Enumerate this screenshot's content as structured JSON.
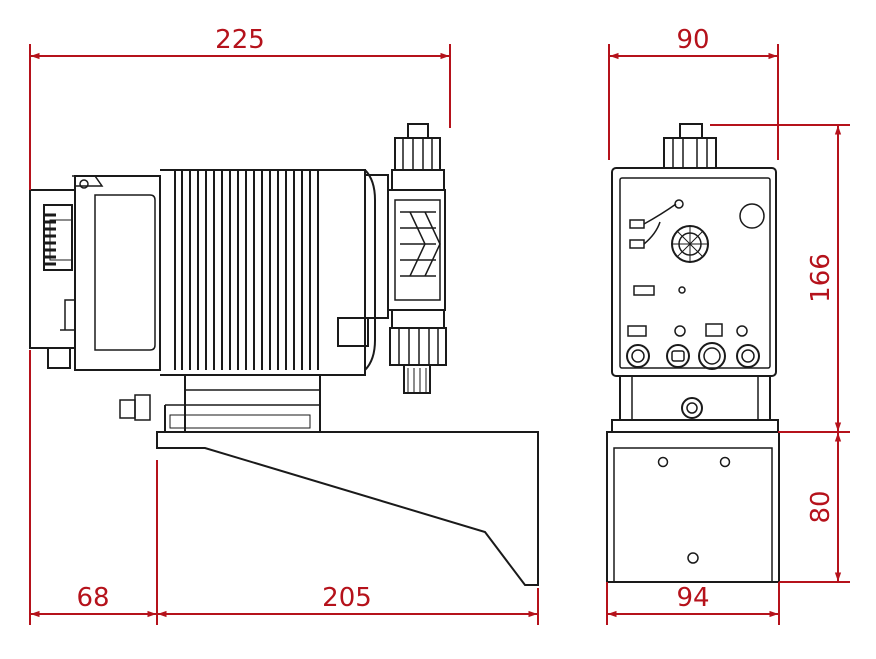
{
  "colors": {
    "outline": "#1a1a1a",
    "dimension": "#b5121b",
    "background": "#ffffff"
  },
  "dimensions": {
    "overall_width": "225",
    "front_width": "90",
    "front_height": "166",
    "bracket_height": "80",
    "bracket_width": "94",
    "offset": "68",
    "base_length": "205"
  }
}
